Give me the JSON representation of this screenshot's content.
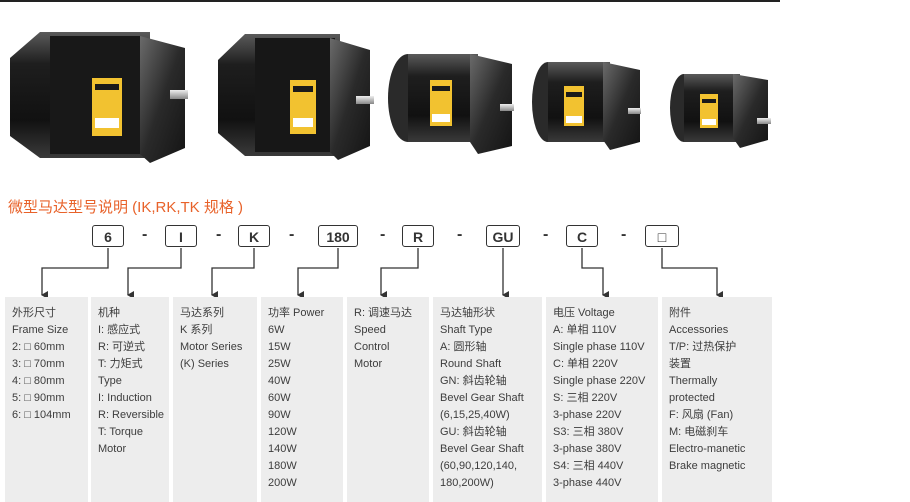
{
  "title": "微型马达型号说明 (IK,RK,TK 规格 )",
  "code_boxes": [
    "6",
    "I",
    "K",
    "180",
    "R",
    "GU",
    "C",
    "□"
  ],
  "separator": "-",
  "columns": [
    {
      "lines": [
        "外形尺寸",
        "Frame Size",
        "2: □ 60mm",
        "3: □ 70mm",
        "4: □ 80mm",
        "5: □ 90mm",
        "6: □ 104mm"
      ]
    },
    {
      "lines": [
        "机种",
        "I: 感应式",
        "R: 可逆式",
        "T: 力矩式",
        "Type",
        "I: Induction",
        "R: Reversible",
        "T: Torque",
        "Motor"
      ]
    },
    {
      "lines": [
        "马达系列",
        "K 系列",
        "Motor Series",
        "(K) Series"
      ]
    },
    {
      "lines": [
        "功率 Power",
        "6W",
        "15W",
        "25W",
        "40W",
        "60W",
        "90W",
        "120W",
        "140W",
        "180W",
        "200W"
      ]
    },
    {
      "lines": [
        "R: 调速马达",
        "Speed",
        "Control",
        "Motor"
      ]
    },
    {
      "lines": [
        "马达轴形状",
        "Shaft Type",
        "A: 圆形轴",
        "Round Shaft",
        "GN: 斜齿轮轴",
        "Bevel Gear Shaft",
        "(6,15,25,40W)",
        "GU: 斜齿轮轴",
        "Bevel Gear Shaft",
        "(60,90,120,140,",
        "180,200W)"
      ]
    },
    {
      "lines": [
        "电压 Voltage",
        "A: 单相 110V",
        "Single phase 110V",
        "C: 单相 220V",
        "Single phase 220V",
        "S: 三相 220V",
        "3-phase 220V",
        "S3: 三相 380V",
        "3-phase 380V",
        "S4: 三相 440V",
        "3-phase 440V"
      ]
    },
    {
      "lines": [
        "附件",
        "Accessories",
        "T/P: 过热保护",
        "装置",
        "Thermally",
        "protected",
        "F: 风扇 (Fan)",
        "M: 电磁刹车",
        "Electro-manetic",
        "Brake magnetic"
      ]
    }
  ],
  "colors": {
    "title": "#e8622a",
    "column_bg": "#ededed",
    "motor_body": "#1c1c1c",
    "label_yellow": "#f2c230"
  }
}
